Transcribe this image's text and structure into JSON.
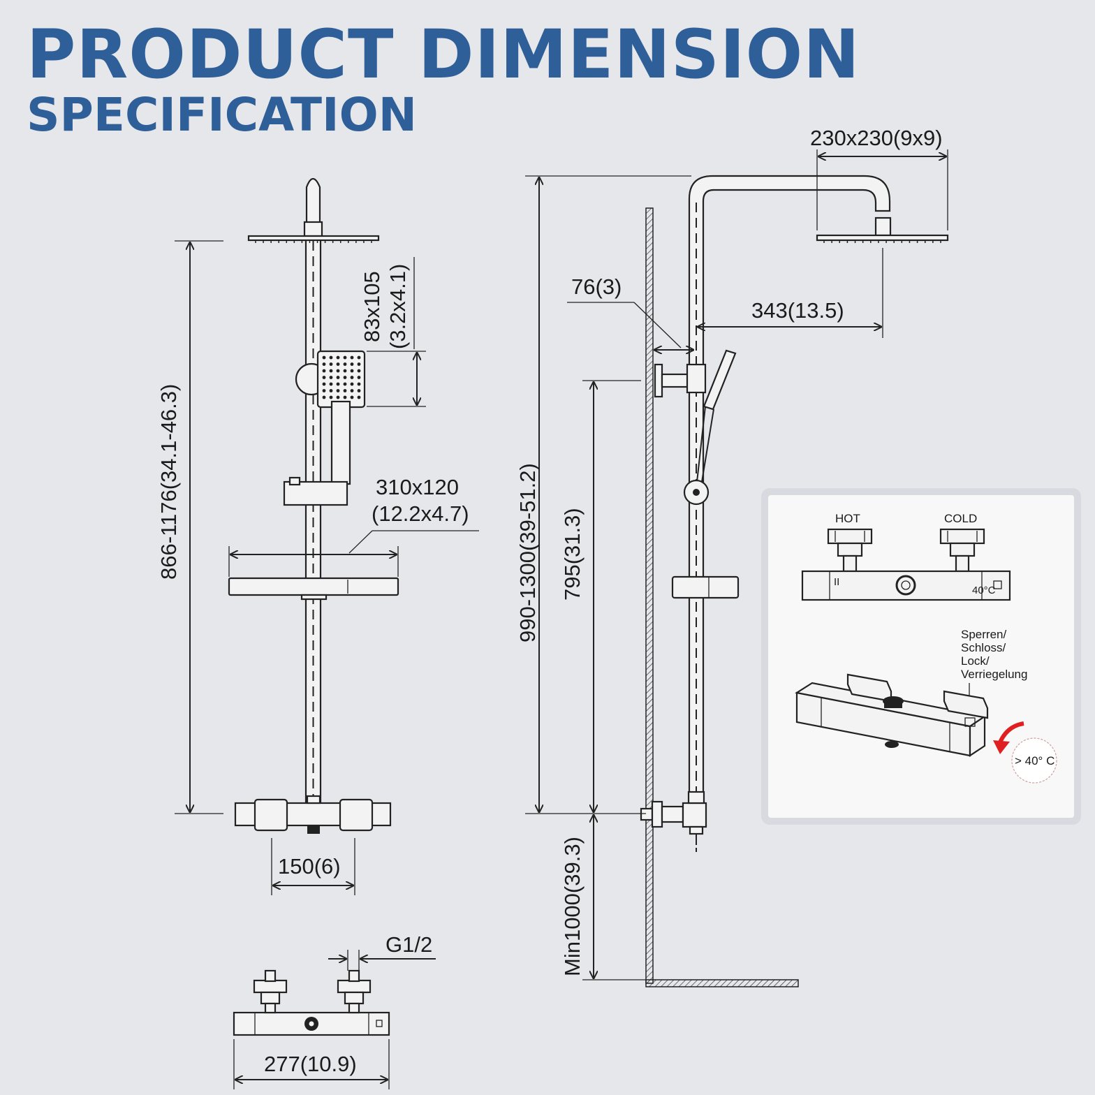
{
  "header": {
    "title": "PRODUCT DIMENSION",
    "subtitle": "SPECIFICATION"
  },
  "colors": {
    "title": "#2f5f98",
    "background": "#e6e7eb",
    "line": "#222222",
    "warning_arrow": "#e02020"
  },
  "front_view": {
    "total_height": "866-1176(34.1-46.3)",
    "hand_shower": "83x105",
    "hand_shower_inch": "(3.2x4.1)",
    "shelf": "310x120",
    "shelf_inch": "(12.2x4.7)",
    "inlet_spacing": "150(6)"
  },
  "bottom_view": {
    "connection": "G1/2",
    "width": "277(10.9)"
  },
  "side_view": {
    "rain_head": "230x230(9x9)",
    "wall_offset": "76(3)",
    "arm_reach": "343(13.5)",
    "overall_height": "990-1300(39-51.2)",
    "bracket_spacing": "795(31.3)",
    "min_floor": "Min1000(39.3)"
  },
  "inset": {
    "hot_label": "HOT",
    "cold_label": "COLD",
    "lock_lines": [
      "Sperren/",
      "Schloss/",
      "Lock/",
      "Verriegelung"
    ],
    "temp_badge": "> 40° C",
    "scale_left": "II",
    "scale_right": "40°C"
  }
}
